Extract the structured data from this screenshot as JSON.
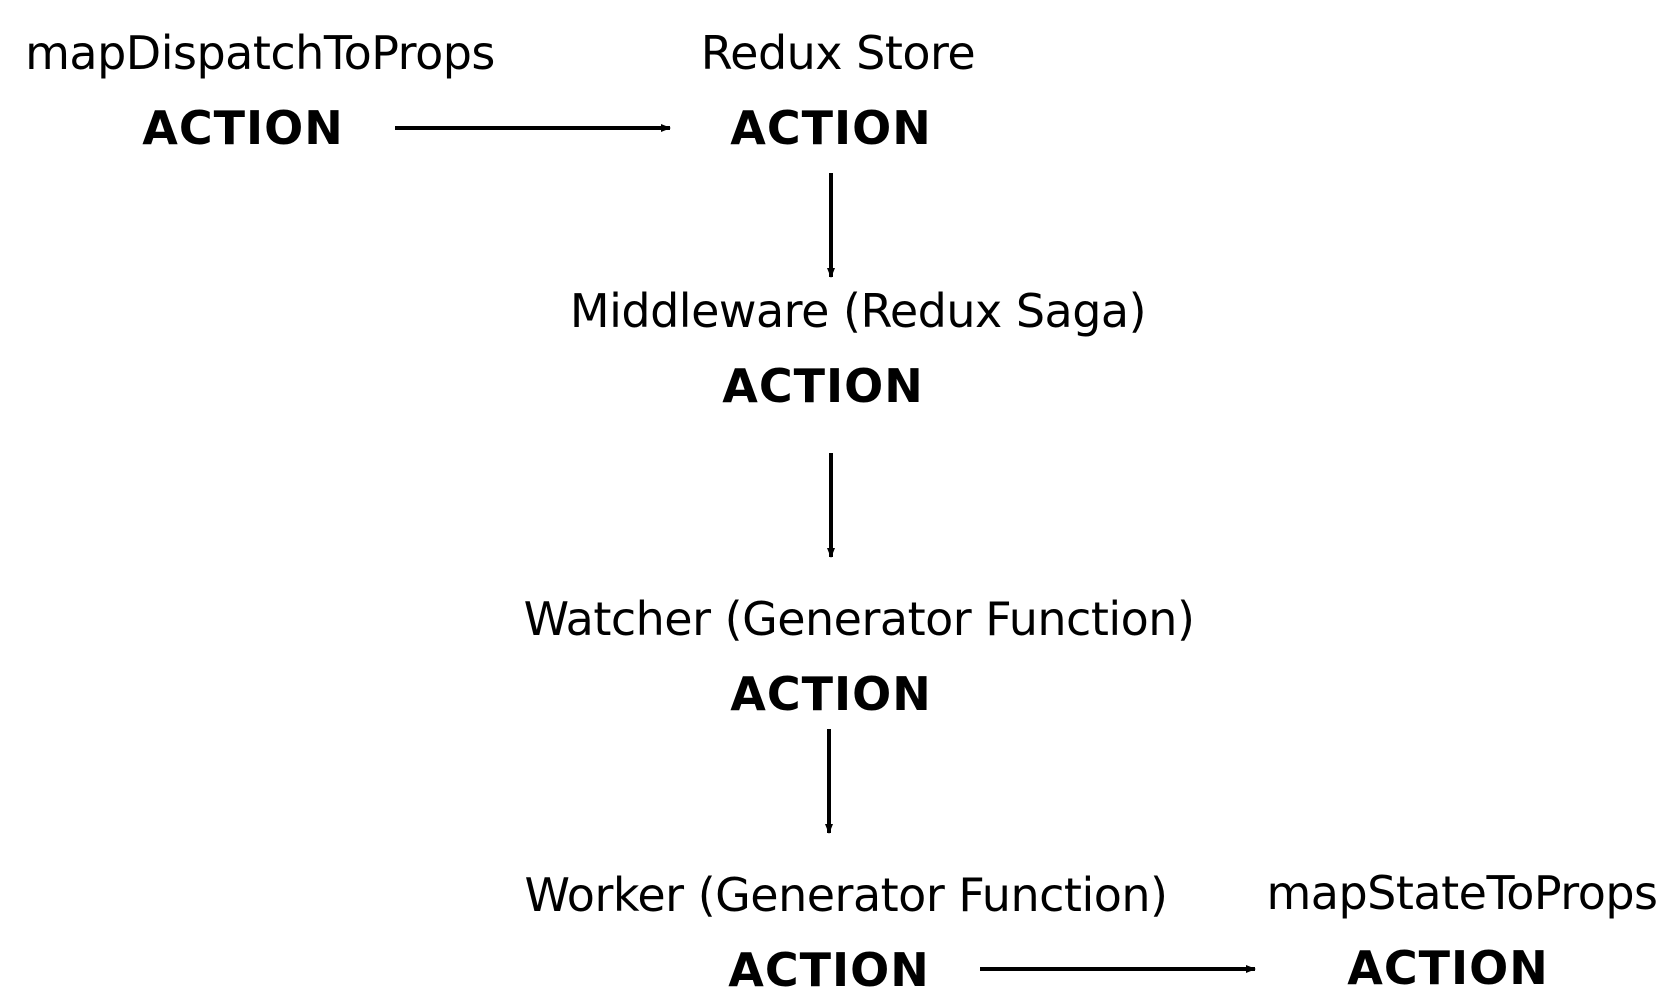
{
  "nodes": {
    "map_dispatch": {
      "label": "mapDispatchToProps",
      "action": "ACTION"
    },
    "redux_store": {
      "label": "Redux Store",
      "action": "ACTION"
    },
    "middleware": {
      "label": "Middleware (Redux Saga)",
      "action": "ACTION"
    },
    "watcher": {
      "label": "Watcher (Generator Function)",
      "action": "ACTION"
    },
    "worker": {
      "label": "Worker (Generator Function)",
      "action": "ACTION"
    },
    "map_state": {
      "label": "mapStateToProps",
      "action": "ACTION"
    }
  },
  "colors": {
    "text": "#000000",
    "arrow": "#000000",
    "background": "#ffffff"
  }
}
